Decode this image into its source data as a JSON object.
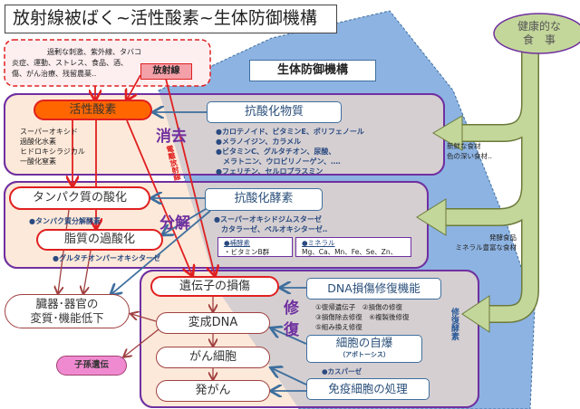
{
  "title": "放射線被ばく~活性酸素~生体防御機構",
  "causes": {
    "lines": [
      "過剰な刺激、紫外線、タバコ",
      "炎症、運動、ストレス、食品、酒、",
      "傷、がん治療、残留農薬‥"
    ],
    "radiation": "放射線",
    "ionizing": "電離放射線"
  },
  "defense_title": "生体防御機構",
  "elimination": {
    "label": "消去",
    "ros": "活性酸素",
    "ros_list": [
      "スーパーオキシド",
      "過酸化水素",
      "ヒドロキシラジカル",
      "一酸化窒素"
    ],
    "antioxidant": "抗酸化物質",
    "antioxidant_list": [
      "●カロテノイド、ビタミンE、ポリフェノール",
      "●メラノイジン、カラメル",
      "●ビタミンC、グルタチオン、尿酸、",
      "　メラトニン、ウロビリノーゲン、‥‥",
      "●フェリチン、セルロプラスミン"
    ]
  },
  "decomposition": {
    "label": "分解",
    "protein": "タンパク質の酸化",
    "protein_enzyme": "●タンパク質分解酵素",
    "lipid": "脂質の過酸化",
    "lipid_enzyme": "●グルタチオンパーオキシターゼ",
    "enzyme": "抗酸化酵素",
    "enzyme_list": [
      "●スーパーオキシドジムスターゼ",
      "カタラーゼ、ペルオキシターゼ‥"
    ],
    "coenzyme_title": "●補酵素",
    "coenzyme": "・ビタミンB群",
    "mineral_title": "●ミネラル",
    "mineral": "Mg、Ca、Mn、Fe、Se、Zn、"
  },
  "repair": {
    "label1": "修",
    "label2": "復",
    "gene_damage": "遺伝子の損傷",
    "mutated_dna": "変成DNA",
    "cancer_cell": "がん細胞",
    "carcinogenesis": "発がん",
    "dna_repair": "DNA損傷修復機能",
    "dna_repair_list": [
      "①復帰遺伝子　②損傷の修復",
      "③損傷除去修復　④複製後修復",
      "⑤組み換え修復"
    ],
    "apoptosis": "細胞の自爆",
    "apoptosis_sub": "（アポトーシス）",
    "caspase": "●カスパーゼ",
    "immune": "免疫細胞の処理",
    "repair_enzyme": "修復酵素"
  },
  "organ": {
    "line1": "臓器･器官の",
    "line2": "変質･機能低下"
  },
  "heredity": "子孫遺伝",
  "diet": {
    "line1": "健康的な",
    "line2": "食　事",
    "food1": [
      "新鮮な食材",
      "色の深い食材‥"
    ],
    "food2": [
      "発酵食品",
      "ミネラル豊富な食材"
    ]
  },
  "colors": {
    "purple": "#7030a0",
    "orange": "#ff6600",
    "red": "#e02020",
    "blue_region": "#8db3e2",
    "green": "#c4d79b",
    "peach": "#fde9d9"
  }
}
